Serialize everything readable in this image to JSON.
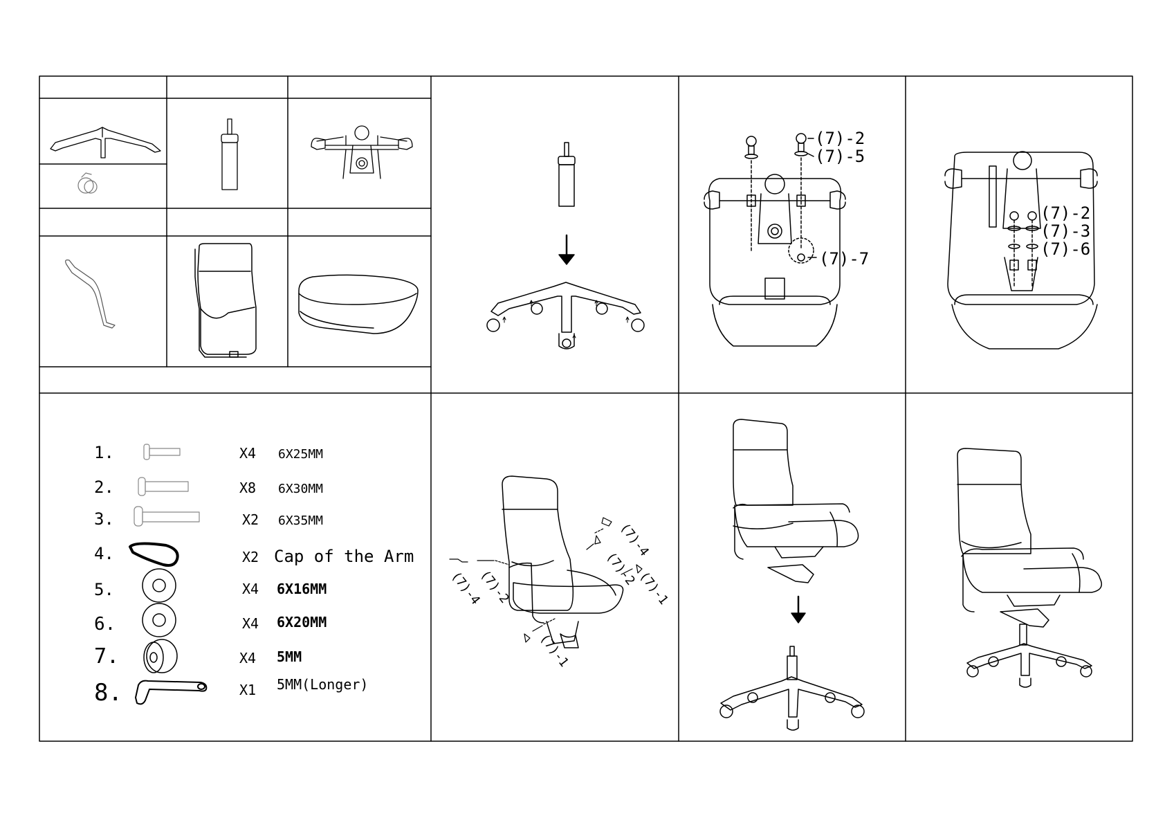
{
  "parts_list": [
    {
      "num": "1.",
      "qty": "X4",
      "desc": "6X25MM"
    },
    {
      "num": "2.",
      "qty": "X8",
      "desc": "6X30MM"
    },
    {
      "num": "3.",
      "qty": "X2",
      "desc": "6X35MM"
    },
    {
      "num": "4.",
      "qty": "X2",
      "desc": "Cap of the Arm"
    },
    {
      "num": "5.",
      "qty": "X4",
      "desc": "6X16MM"
    },
    {
      "num": "6.",
      "qty": "X4",
      "desc": "6X20MM"
    },
    {
      "num": "7.",
      "qty": "X4",
      "desc": "5MM"
    },
    {
      "num": "8.",
      "qty": "X1",
      "desc": "5MM(Longer)"
    }
  ],
  "step_mechanism": {
    "labels": [
      "(7)-2",
      "(7)-5",
      "(7)-7"
    ]
  },
  "step_backrest": {
    "labels": [
      "(7)-2",
      "(7)-3",
      "(7)-6"
    ]
  },
  "step_armrest": {
    "labels": [
      "(7)-4",
      "(7)-2",
      "(7)-1",
      "(7)-4",
      "(7)-2",
      "(7)-1"
    ]
  },
  "icons": [
    "down-arrow-icon",
    "chair-base-icon",
    "gas-lift-icon",
    "mechanism-icon",
    "caster-icon",
    "armrest-icon",
    "backrest-icon",
    "seat-icon",
    "bolt-icon",
    "washer-icon",
    "allen-key-icon",
    "arm-cap-icon"
  ]
}
